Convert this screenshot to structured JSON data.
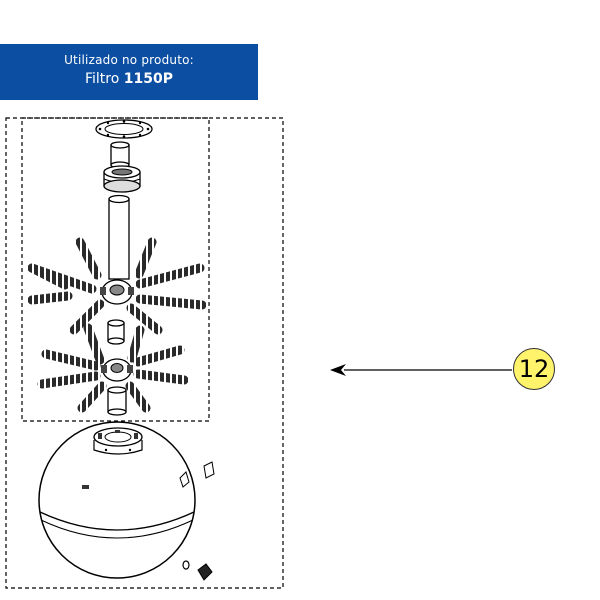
{
  "banner": {
    "line1": "Utilizado no produto:",
    "product_prefix": "Filtro ",
    "product_model": "1150P"
  },
  "callout": {
    "number": "12"
  },
  "colors": {
    "banner_bg": "#0b4ea2",
    "callout_bg": "#fff36b"
  }
}
